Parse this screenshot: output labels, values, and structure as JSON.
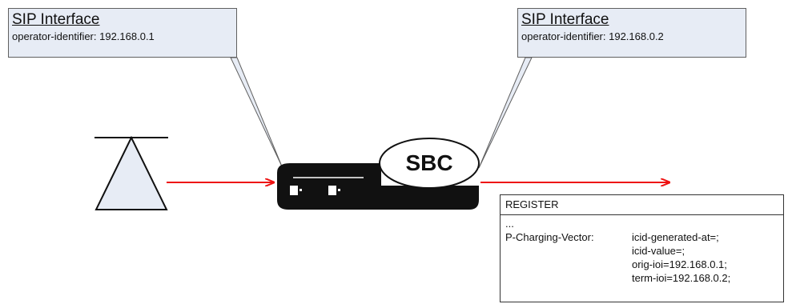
{
  "callouts": {
    "left": {
      "title": "SIP Interface",
      "subtitle": "operator-identifier: 192.168.0.1"
    },
    "right": {
      "title": "SIP Interface",
      "subtitle": "operator-identifier: 192.168.0.2"
    }
  },
  "sbc": {
    "label": "SBC"
  },
  "message": {
    "method": "REGISTER",
    "ellipsis": "...",
    "header_name": "P-Charging-Vector:",
    "params": [
      "icid-generated-at=;",
      "icid-value=;",
      "orig-ioi=192.168.0.1;",
      "term-ioi=192.168.0.2;"
    ]
  },
  "colors": {
    "arrow": "#ee1111",
    "callout_fill": "#e7ecf5",
    "device": "#111111",
    "antenna_fill": "#e7ecf5"
  }
}
